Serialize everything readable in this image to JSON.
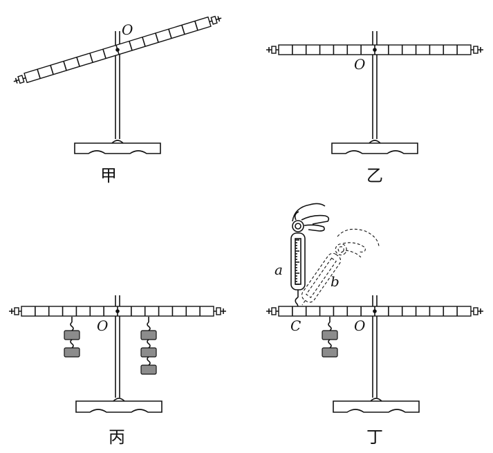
{
  "figures": {
    "jia": {
      "caption": "甲",
      "pivot_label": "O"
    },
    "yi": {
      "caption": "乙",
      "pivot_label": "O"
    },
    "bing": {
      "caption": "丙",
      "pivot_label": "O",
      "left_weights": 2,
      "right_weights": 3
    },
    "ding": {
      "caption": "丁",
      "pivot_label": "O",
      "point_label": "C",
      "scale_a_label": "a",
      "scale_b_label": "b",
      "weights": 2
    }
  },
  "lever": {
    "segments": 14
  }
}
